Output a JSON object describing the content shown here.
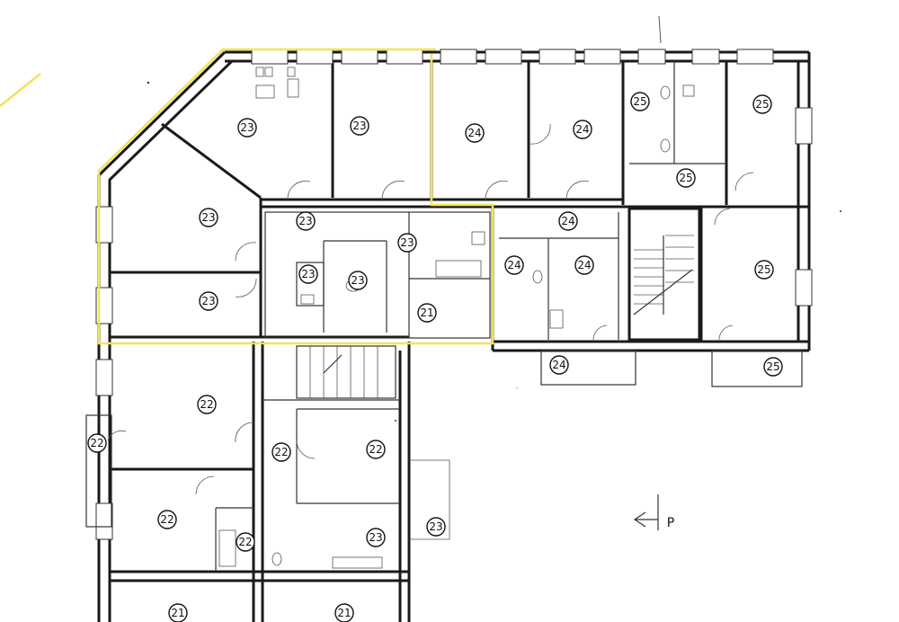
{
  "unit_tags": [
    {
      "id": "u23a",
      "label": "23"
    },
    {
      "id": "u23b",
      "label": "23"
    },
    {
      "id": "u23c",
      "label": "23"
    },
    {
      "id": "u23d",
      "label": "23"
    },
    {
      "id": "u23e",
      "label": "23"
    },
    {
      "id": "u23f",
      "label": "23"
    },
    {
      "id": "u23g",
      "label": "23"
    },
    {
      "id": "u23h",
      "label": "23"
    },
    {
      "id": "u21a",
      "label": "21"
    },
    {
      "id": "u24a",
      "label": "24"
    },
    {
      "id": "u24b",
      "label": "24"
    },
    {
      "id": "u24c",
      "label": "24"
    },
    {
      "id": "u24d",
      "label": "24"
    },
    {
      "id": "u24e",
      "label": "24"
    },
    {
      "id": "u24f",
      "label": "24"
    },
    {
      "id": "u25a",
      "label": "25"
    },
    {
      "id": "u25b",
      "label": "25"
    },
    {
      "id": "u25c",
      "label": "25"
    },
    {
      "id": "u25d",
      "label": "25"
    },
    {
      "id": "u25e",
      "label": "25"
    },
    {
      "id": "u22a",
      "label": "22"
    },
    {
      "id": "u22b",
      "label": "22"
    },
    {
      "id": "u22c",
      "label": "22"
    },
    {
      "id": "u22d",
      "label": "22"
    },
    {
      "id": "u22e",
      "label": "22"
    },
    {
      "id": "u22f",
      "label": "22"
    },
    {
      "id": "u23i",
      "label": "23"
    },
    {
      "id": "u23j",
      "label": "23"
    },
    {
      "id": "u21b",
      "label": "21"
    },
    {
      "id": "u21c",
      "label": "21"
    }
  ],
  "north_arrow": {
    "label": "P"
  },
  "colors": {
    "highlight": "#f2e25a",
    "walls": "#1a1a1a",
    "background": "#ffffff"
  }
}
